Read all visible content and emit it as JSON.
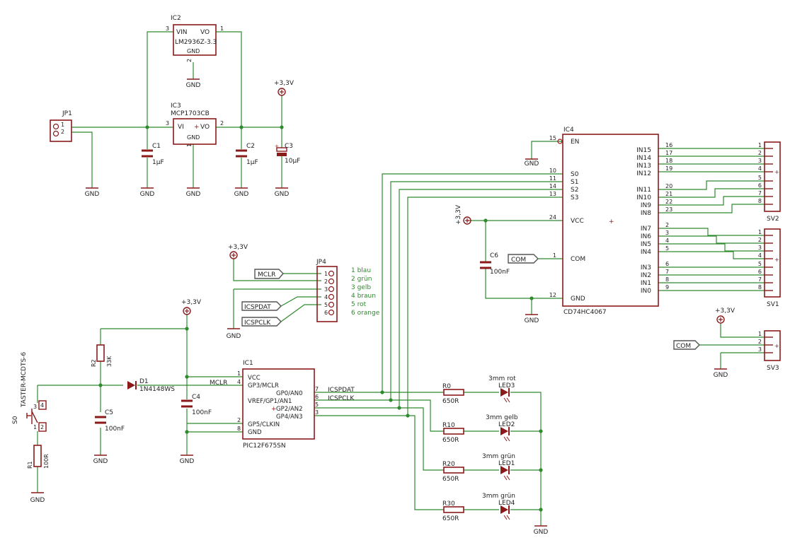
{
  "colors": {
    "part": "#8b1a1a",
    "wire": "#2e8b2e",
    "text": "#222222",
    "pin": "#8b1a1a"
  },
  "ic2": {
    "name": "IC2",
    "value": "LM2936Z-3.3",
    "vin": "VIN",
    "vo": "VO",
    "gnd": "GND",
    "pin_in": "3",
    "pin_out": "1",
    "pin_gnd": "2"
  },
  "ic3": {
    "name": "IC3",
    "value": "MCP1703CB",
    "vi": "VI",
    "vo": "VO",
    "gnd": "GND",
    "pin_in": "3",
    "pin_out": "2",
    "pin_gnd": "1"
  },
  "jp1": {
    "name": "JP1",
    "pin1": "1",
    "pin2": "2"
  },
  "c1": {
    "name": "C1",
    "value": "1µF"
  },
  "c2": {
    "name": "C2",
    "value": "1µF"
  },
  "c3": {
    "name": "C3",
    "value": "10µF"
  },
  "c4": {
    "name": "C4",
    "value": "100nF"
  },
  "c5": {
    "name": "C5",
    "value": "100nF"
  },
  "c6": {
    "name": "C6",
    "value": "100nF"
  },
  "supply": {
    "v33": "+3,3V",
    "gnd": "GND"
  },
  "jp4": {
    "name": "JP4",
    "pins": [
      "1",
      "2",
      "3",
      "4",
      "5",
      "6"
    ],
    "legend": [
      "1 blau",
      "2 grün",
      "3 gelb",
      "4 braun",
      "5 rot",
      "6 orange"
    ]
  },
  "labels": {
    "mclr": "MCLR",
    "icspdat": "ICSPDAT",
    "icspclk": "ICSPCLK",
    "com": "COM"
  },
  "ic1": {
    "name": "IC1",
    "value": "PIC12F675SN",
    "pins_left": [
      "VCC",
      "GP3/MCLR",
      "VREF/GP1/AN1",
      "GP2/AN2",
      "GP4/AN3",
      "GP5/CLKIN",
      "GND"
    ],
    "pin_gp0": "GP0/AN0",
    "num_vcc": "1",
    "num_mclr": "4",
    "num_gp0": "7",
    "num_gp1": "6",
    "num_gp2": "5",
    "num_gp4": "3",
    "num_gp5": "2",
    "num_gnd": "8"
  },
  "net": {
    "icspdat": "ICSPDAT",
    "icspclk": "ICSPCLK",
    "mclr": "MCLR"
  },
  "r1": {
    "name": "R1",
    "value": "100R"
  },
  "r2": {
    "name": "R2",
    "value": "33K"
  },
  "d1": {
    "name": "D1",
    "value": "1N4148WS"
  },
  "s0": {
    "name": "S0",
    "value": "TASTER-MCDTS-6",
    "p1": "1",
    "p2": "2",
    "p3": "3",
    "p4": "4"
  },
  "leds": [
    {
      "r_name": "R0",
      "r_value": "650R",
      "led_name": "LED3",
      "led_value": "3mm rot"
    },
    {
      "r_name": "R10",
      "r_value": "650R",
      "led_name": "LED2",
      "led_value": "3mm gelb"
    },
    {
      "r_name": "R20",
      "r_value": "650R",
      "led_name": "LED1",
      "led_value": "3mm grün"
    },
    {
      "r_name": "R30",
      "r_value": "650R",
      "led_name": "LED4",
      "led_value": "3mm grün"
    }
  ],
  "ic4": {
    "name": "IC4",
    "value": "CD74HC4067",
    "left": [
      {
        "label": "EN",
        "num": "15"
      },
      {
        "label": "S0",
        "num": "10"
      },
      {
        "label": "S1",
        "num": "11"
      },
      {
        "label": "S2",
        "num": "14"
      },
      {
        "label": "S3",
        "num": "13"
      },
      {
        "label": "VCC",
        "num": "24"
      },
      {
        "label": "COM",
        "num": "1"
      },
      {
        "label": "GND",
        "num": "12"
      }
    ],
    "right": [
      {
        "label": "IN15",
        "num": "16"
      },
      {
        "label": "IN14",
        "num": "17"
      },
      {
        "label": "IN13",
        "num": "18"
      },
      {
        "label": "IN12",
        "num": "19"
      },
      {
        "label": "IN11",
        "num": "20"
      },
      {
        "label": "IN10",
        "num": "21"
      },
      {
        "label": "IN9",
        "num": "22"
      },
      {
        "label": "IN8",
        "num": "23"
      },
      {
        "label": "IN7",
        "num": "2"
      },
      {
        "label": "IN6",
        "num": "3"
      },
      {
        "label": "IN5",
        "num": "4"
      },
      {
        "label": "IN4",
        "num": "5"
      },
      {
        "label": "IN3",
        "num": "6"
      },
      {
        "label": "IN2",
        "num": "7"
      },
      {
        "label": "IN1",
        "num": "8"
      },
      {
        "label": "IN0",
        "num": "9"
      }
    ]
  },
  "sv1": {
    "name": "SV1",
    "pins": [
      "1",
      "2",
      "3",
      "4",
      "5",
      "6",
      "7",
      "8"
    ]
  },
  "sv2": {
    "name": "SV2",
    "pins": [
      "1",
      "2",
      "3",
      "4",
      "5",
      "6",
      "7",
      "8"
    ]
  },
  "sv3": {
    "name": "SV3",
    "pins": [
      "1",
      "2",
      "3"
    ]
  }
}
